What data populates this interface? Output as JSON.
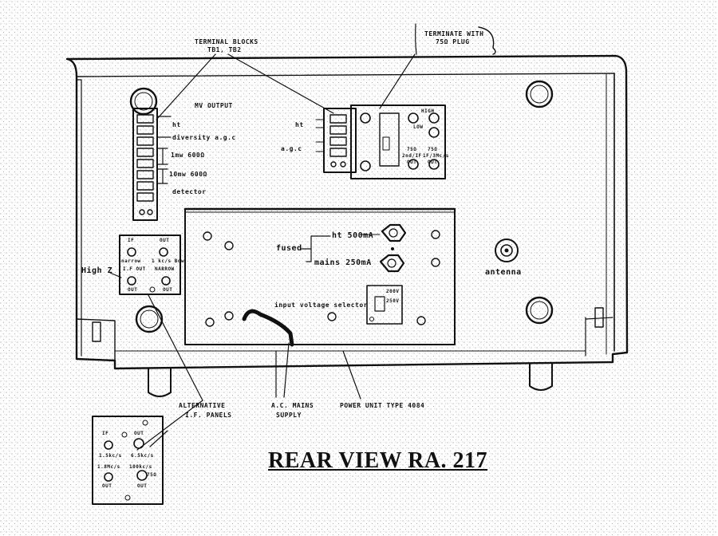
{
  "diagram": {
    "title": "REAR VIEW  RA. 217",
    "callouts": {
      "terminal_blocks": "TERMINAL BLOCKS",
      "terminal_blocks_ids": "TB1, TB2",
      "terminate_with": "TERMINATE WITH",
      "terminate_plug": "75Ω PLUG",
      "alternative": "ALTERNATIVE",
      "if_panels": "I.F. PANELS",
      "ac_mains": "A.C. MAINS",
      "supply": "SUPPLY",
      "power_unit": "POWER UNIT TYPE 4084"
    },
    "tb1": {
      "output": "MV OUTPUT",
      "ht": "ht",
      "diversity": "diversity a.g.c",
      "ma1": "1mw 600Ω",
      "ma2": "10mw 600Ω",
      "detector": "detector"
    },
    "tb2": {
      "ht": "ht",
      "agc": "a.g.c"
    },
    "if_panel": {
      "in": "IF",
      "out": "OUT",
      "nar": "narrow",
      "fl": "1 kc/s Bdw",
      "fourmc": "I.F OUT",
      "sixteenk": "NARROW",
      "high_z": "High Z",
      "out1": "OUT",
      "out2": "OUT"
    },
    "alt_panel": {
      "if": "IF",
      "out": "OUT",
      "a1": "1.5kc/s",
      "a2": "6.5kc/s",
      "b1": "1.8Mc/s",
      "b2": "100kc/s",
      "ohm": "75Ω",
      "o1": "OUT",
      "o2": "OUT"
    },
    "power": {
      "fused": "fused",
      "ht_fuse": "ht 500mA",
      "mains_fuse": "mains 250mA",
      "selector": "input voltage selector",
      "v1": "200V",
      "v2": "250V"
    },
    "right_block": {
      "high": "HIGH",
      "low": "LOW",
      "r1": "75Ω",
      "r2": "75Ω",
      "r3": "2nd/IF",
      "r4": "OUT",
      "r5": "1F/3Mc/s",
      "r6": "OUT",
      "ant_label": "antenna"
    }
  }
}
